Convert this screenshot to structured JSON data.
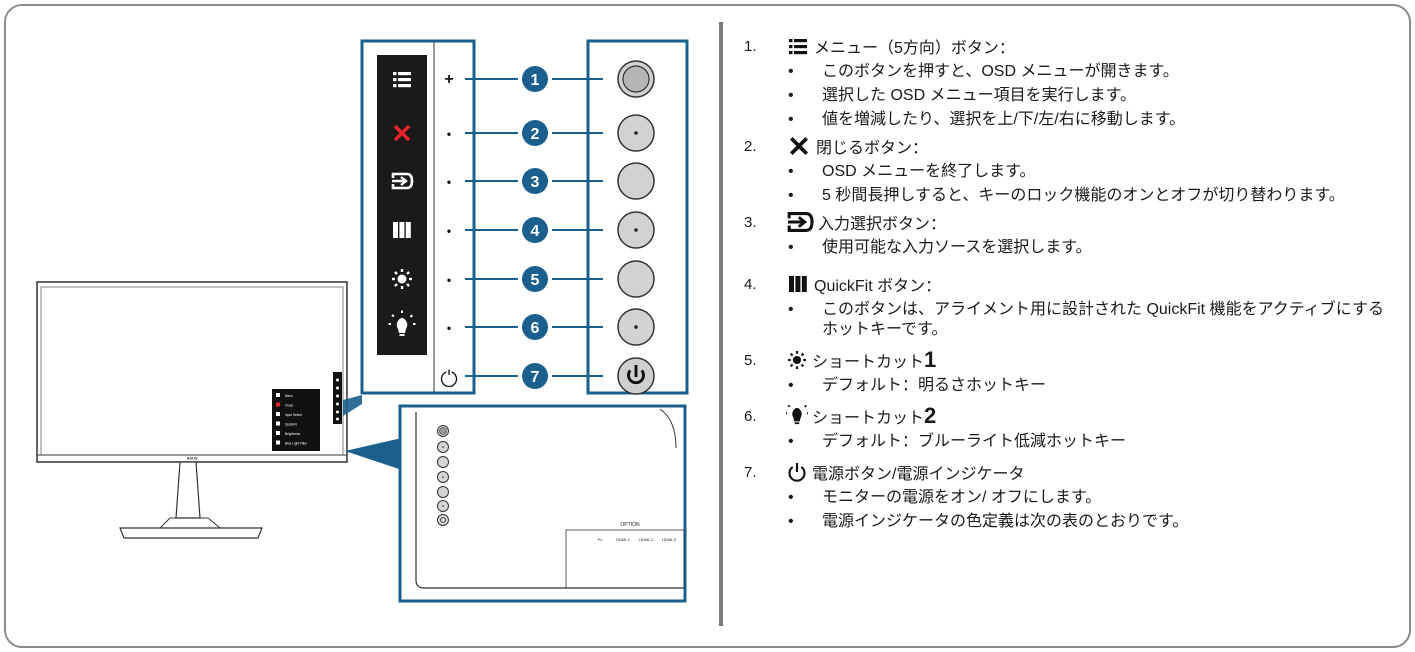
{
  "diagram": {
    "callouts": [
      "1",
      "2",
      "3",
      "4",
      "5",
      "6",
      "7"
    ],
    "panel_marks": [
      "+",
      "•",
      "•",
      "•",
      "•",
      "•",
      "⏻"
    ],
    "zoom_title": "OPTION",
    "zoom_ports": [
      "Pc",
      "HDMI-1",
      "HDMI-2",
      "HDMI-3"
    ],
    "monitor_brand": "ASUS",
    "mini_menu": [
      "Menu",
      "Close",
      "Input Select",
      "QuickFit",
      "Brightness",
      "Blue Light Filter"
    ]
  },
  "items": [
    {
      "num": "1.",
      "icon": "menu-icon",
      "title": "メニュー（5方向）ボタン：",
      "bullets": [
        "このボタンを押すと、OSD メニューが開きます。",
        "選択した OSD メニュー項目を実行します。",
        "値を増減したり、選択を上/下/左/右に移動します。"
      ]
    },
    {
      "num": "2.",
      "icon": "close-icon",
      "title": "閉じるボタン：",
      "bullets": [
        "OSD メニューを終了します。",
        "5 秒間長押しすると、キーのロック機能のオンとオフが切り替わります。"
      ]
    },
    {
      "num": "3.",
      "icon": "input-select-icon",
      "title": "入力選択ボタン：",
      "bullets": [
        "使用可能な入力ソースを選択します。"
      ]
    },
    {
      "num": "4.",
      "icon": "quickfit-icon",
      "title": "QuickFit ボタン：",
      "bullets": [
        "このボタンは、アライメント用に設計された QuickFit 機能をアクティブにするホットキーです。"
      ]
    },
    {
      "num": "5.",
      "icon": "brightness-icon",
      "title": "ショートカット",
      "title_num": "1",
      "bullets": [
        "デフォルト：明るさホットキー"
      ]
    },
    {
      "num": "6.",
      "icon": "bluelight-icon",
      "title": "ショートカット",
      "title_num": "2",
      "bullets": [
        "デフォルト：ブルーライト低減ホットキー"
      ]
    },
    {
      "num": "7.",
      "icon": "power-icon",
      "title": "電源ボタン/電源インジケータ",
      "bullets": [
        "モニターの電源をオン/ オフにします。",
        "電源インジケータの色定義は次の表のとおりです。"
      ]
    }
  ]
}
